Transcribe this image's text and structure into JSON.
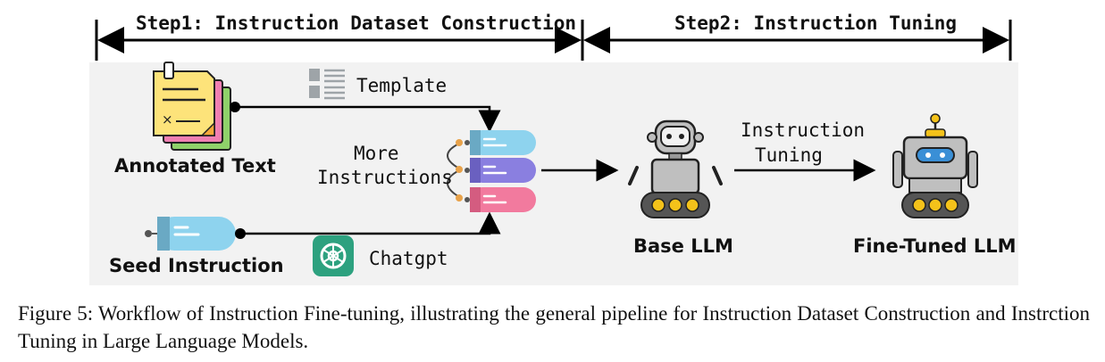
{
  "steps": {
    "step1": "Step1: Instruction Dataset Construction",
    "step2": "Step2: Instruction Tuning"
  },
  "nodes": {
    "annotated_text": "Annotated Text",
    "seed_instruction": "Seed Instruction",
    "template": "Template",
    "chatgpt": "Chatgpt",
    "more_instructions_line1": "More",
    "more_instructions_line2": "Instructions",
    "base_llm": "Base LLM",
    "instruction_tuning_line1": "Instruction",
    "instruction_tuning_line2": "Tuning",
    "fine_tuned_llm": "Fine-Tuned LLM"
  },
  "colors": {
    "paper_yellow": "#fde37a",
    "paper_pink": "#f07fb2",
    "paper_green": "#8fd16a",
    "pill_blue": "#8ed3ee",
    "pill_purple": "#8a7fe0",
    "pill_pink": "#f27a9e",
    "chatgpt_green": "#2da17f",
    "robot_gray": "#bfbfbf",
    "robot_yellow": "#f4c21a",
    "robot_blue": "#3a8fd6"
  },
  "caption": "Figure 5: Workflow of Instruction Fine-tuning, illustrating the general pipeline for Instruction Dataset Construction and Instrction Tuning in Large Language Models."
}
